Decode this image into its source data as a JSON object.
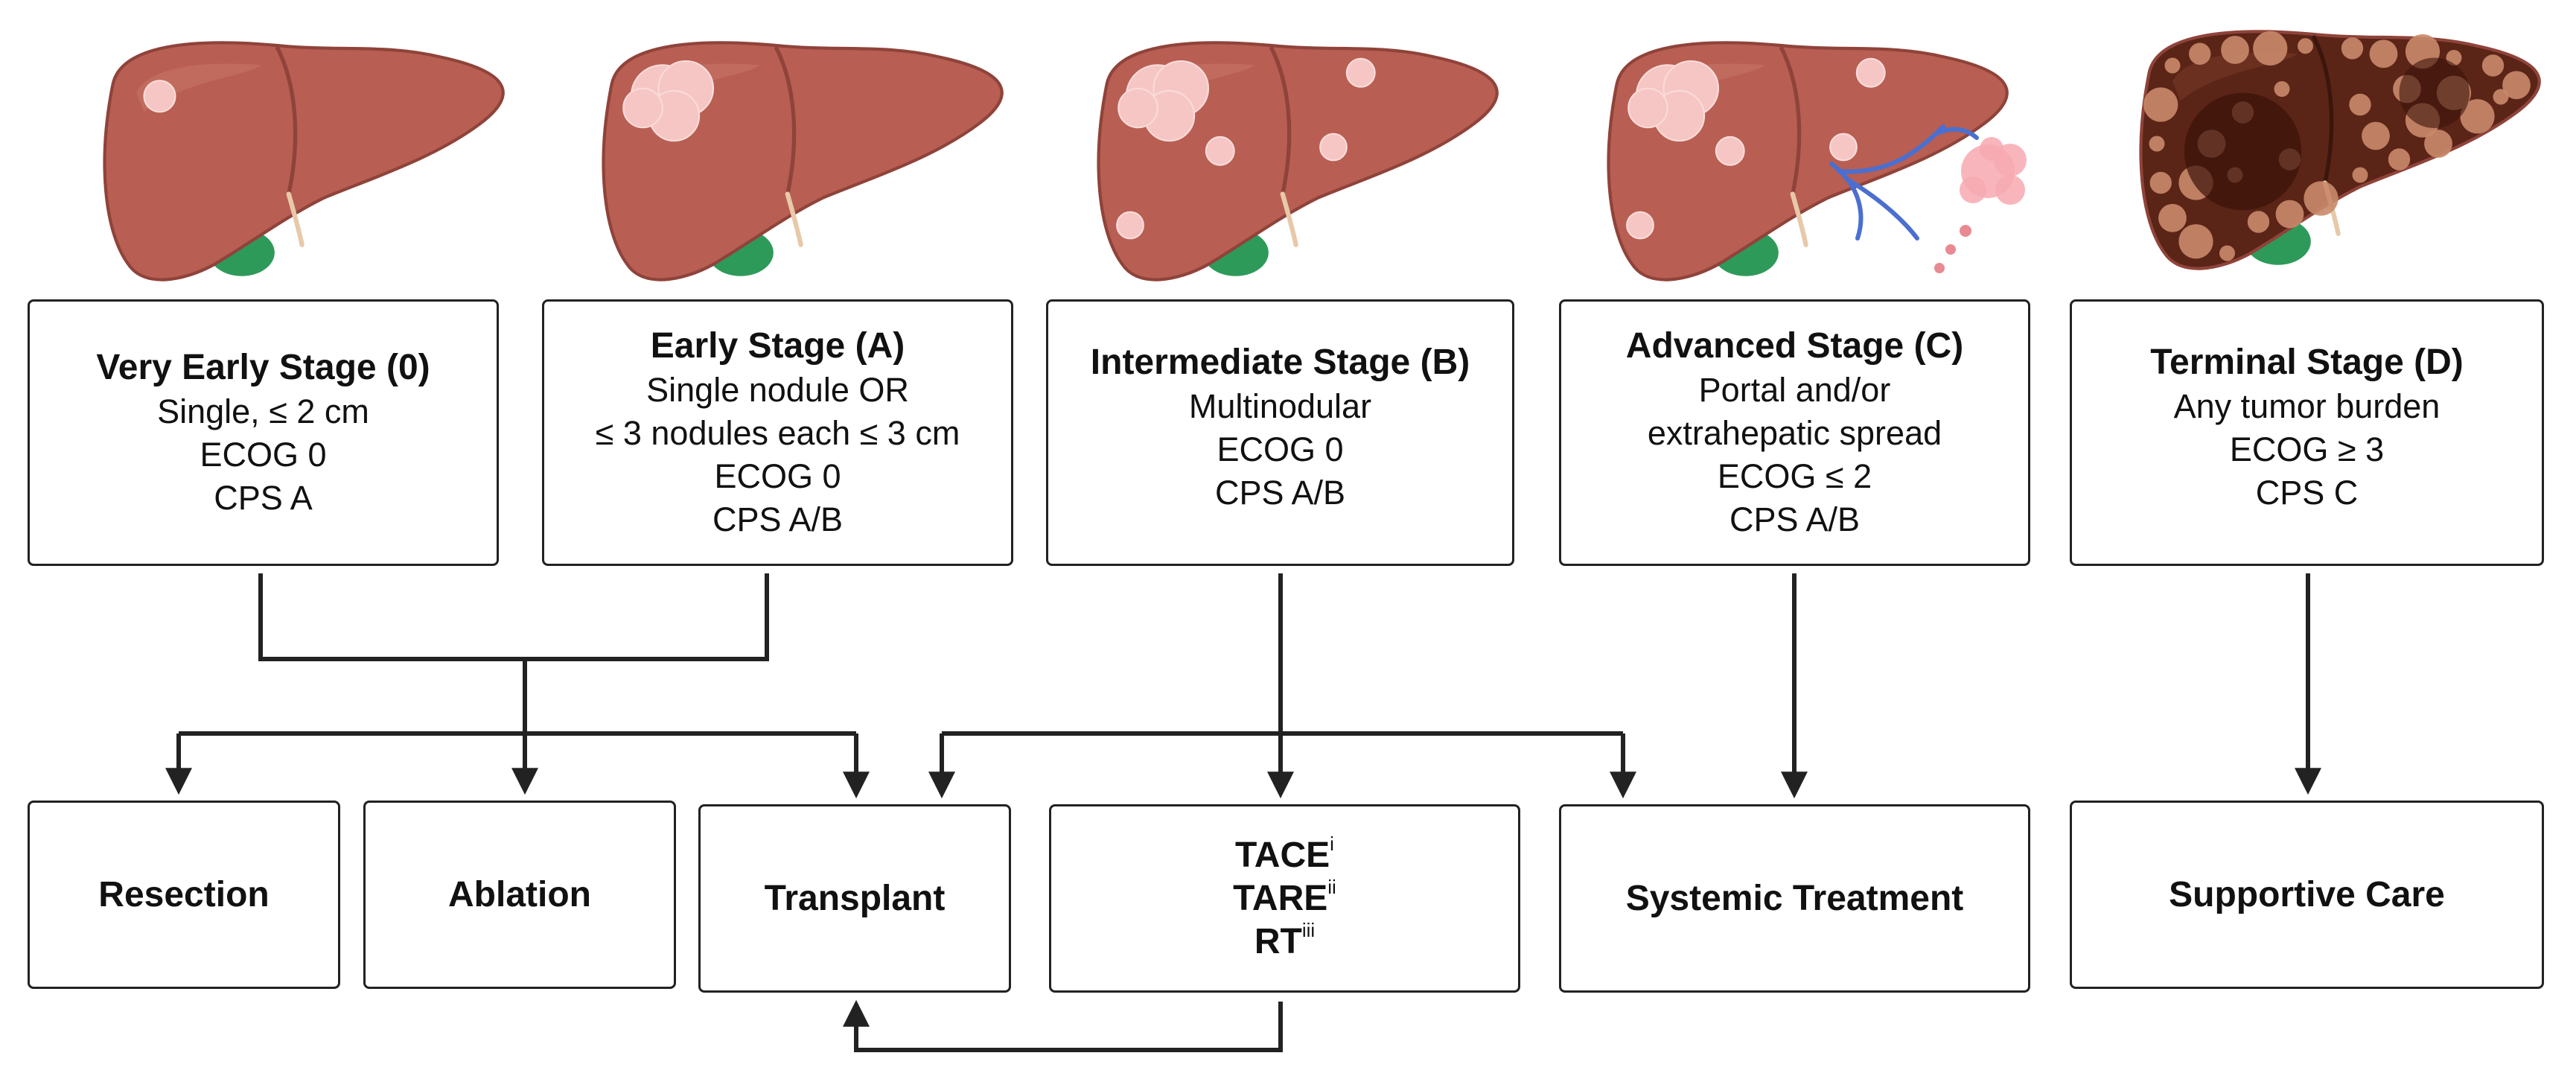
{
  "stages": [
    {
      "id": "very-early",
      "title": "Very Early Stage (0)",
      "lines": [
        "Single, ≤ 2 cm",
        "ECOG 0",
        "CPS A"
      ]
    },
    {
      "id": "early",
      "title": "Early Stage (A)",
      "lines": [
        "Single nodule OR",
        "≤ 3 nodules each ≤ 3 cm",
        "ECOG 0",
        "CPS A/B"
      ]
    },
    {
      "id": "intermediate",
      "title": "Intermediate Stage (B)",
      "lines": [
        "Multinodular",
        "ECOG 0",
        "CPS A/B"
      ]
    },
    {
      "id": "advanced",
      "title": "Advanced Stage (C)",
      "lines": [
        "Portal and/or",
        "extrahepatic spread",
        "ECOG ≤ 2",
        "CPS A/B"
      ]
    },
    {
      "id": "terminal",
      "title": "Terminal Stage (D)",
      "lines": [
        "Any tumor burden",
        "ECOG ≥ 3",
        "CPS C"
      ]
    }
  ],
  "treatments": {
    "resection": "Resection",
    "ablation": "Ablation",
    "transplant": "Transplant",
    "locoregional": [
      {
        "label": "TACE",
        "sup": "i"
      },
      {
        "label": "TARE",
        "sup": "ii"
      },
      {
        "label": "RT",
        "sup": "iii"
      }
    ],
    "systemic": "Systemic Treatment",
    "supportive": "Supportive Care"
  },
  "colors": {
    "liver": "#b85e52",
    "liver_dark": "#8f433a",
    "liver_highlight": "#c8776a",
    "tumor": "#f6c6c4",
    "gallbladder": "#2e9a5a",
    "vessel": "#4a6fd0",
    "terminal_liver": "#5a2417",
    "terminal_nodule": "#c98a6a",
    "line": "#222222"
  }
}
